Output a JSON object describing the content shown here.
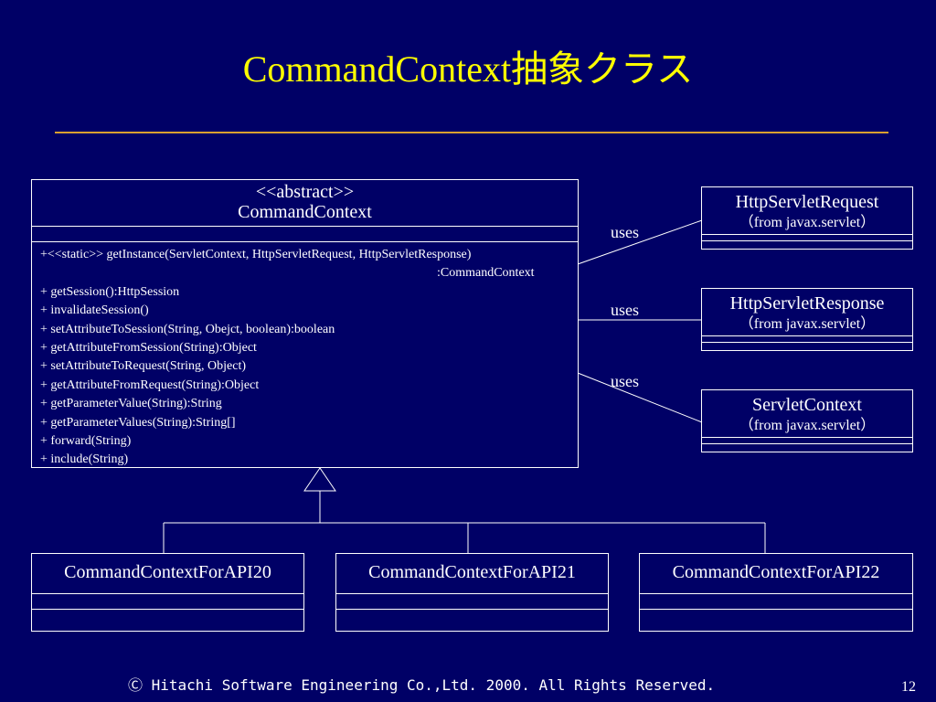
{
  "slide": {
    "title": "CommandContext抽象クラス",
    "footer": "Ⓒ Hitachi Software Engineering Co.,Ltd. 2000. All Rights Reserved.",
    "page_number": "12"
  },
  "main_class": {
    "stereotype": "<<abstract>>",
    "name": "CommandContext",
    "operations": [
      "+<<static>> getInstance(ServletContext, HttpServletRequest, HttpServletResponse)",
      ":CommandContext",
      "+ getSession():HttpSession",
      "+ invalidateSession()",
      "+ setAttributeToSession(String, Obejct, boolean):boolean",
      "+ getAttributeFromSession(String):Object",
      "+ setAttributeToRequest(String, Object)",
      "+ getAttributeFromRequest(String):Object",
      "+ getParameterValue(String):String",
      "+ getParameterValues(String):String[]",
      "+ forward(String)",
      "+ include(String)"
    ]
  },
  "external_classes": [
    {
      "name": "HttpServletRequest",
      "package": "（from javax.servlet）"
    },
    {
      "name": "HttpServletResponse",
      "package": "（from javax.servlet）"
    },
    {
      "name": "ServletContext",
      "package": "（from javax.servlet）"
    }
  ],
  "relations": [
    "uses",
    "uses",
    "uses"
  ],
  "subclasses": [
    {
      "name": "CommandContextForAPI20"
    },
    {
      "name": "CommandContextForAPI21"
    },
    {
      "name": "CommandContextForAPI22"
    }
  ]
}
